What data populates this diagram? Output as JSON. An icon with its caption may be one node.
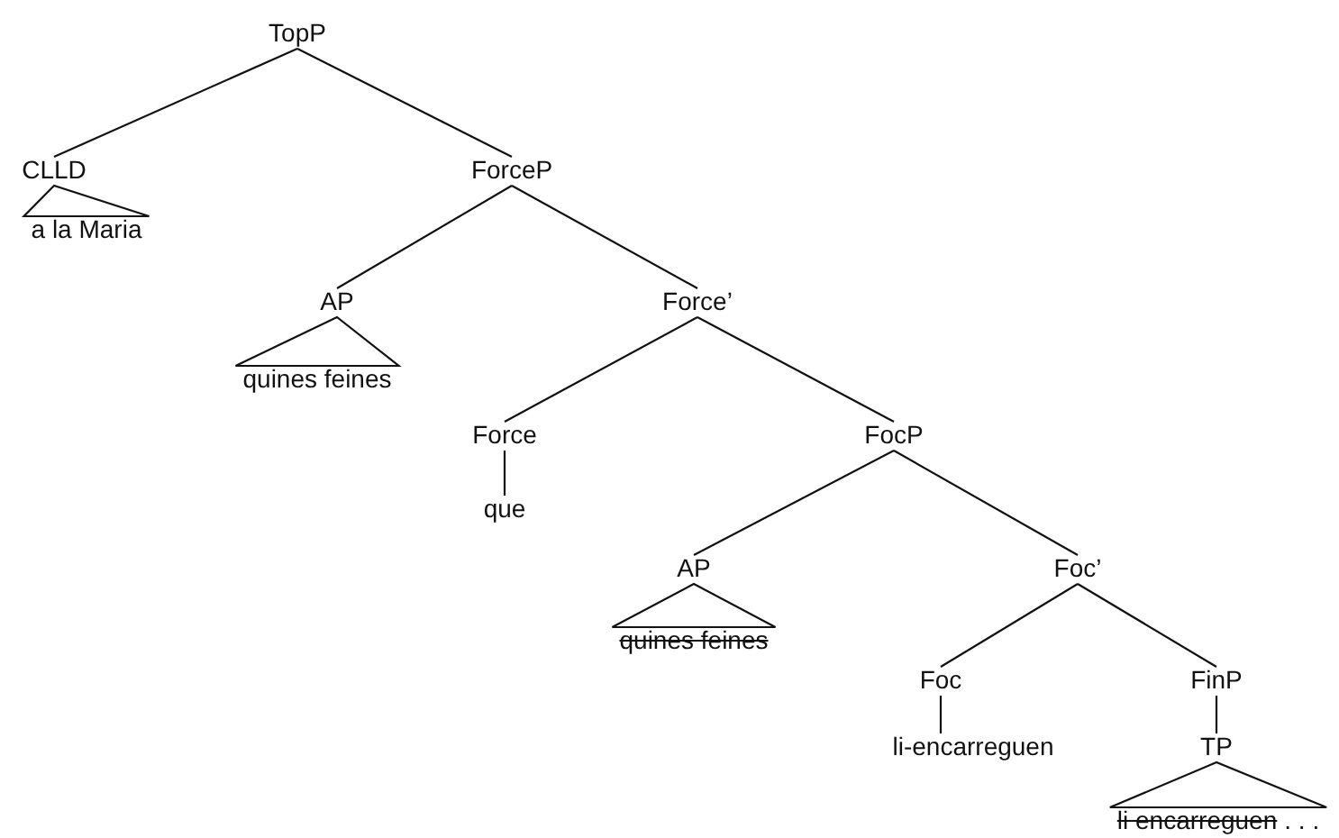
{
  "diagram": {
    "nodes": [
      {
        "text": [
          "TopP"
        ]
      },
      {
        "text": [
          "CLLD"
        ]
      },
      {
        "text": [
          "a la Maria"
        ]
      },
      {
        "text": [
          "ForceP"
        ]
      },
      {
        "text": [
          "AP"
        ]
      },
      {
        "text": [
          "quines feines"
        ]
      },
      {
        "text": [
          "Force’"
        ]
      },
      {
        "text": [
          "Force"
        ]
      },
      {
        "text": [
          "que"
        ]
      },
      {
        "text": [
          "FocP"
        ]
      },
      {
        "text": [
          "AP"
        ]
      },
      {
        "text": [
          "quines feines"
        ]
      },
      {
        "text": [
          "Foc’"
        ]
      },
      {
        "text": [
          "Foc"
        ]
      },
      {
        "text": [
          "li-encarreguen"
        ]
      },
      {
        "text": [
          "FinP"
        ]
      },
      {
        "text": [
          "TP"
        ]
      },
      {
        "text": [
          "li encarreguen",
          ". . ."
        ]
      }
    ],
    "edges": [
      {
        "from": 0,
        "to": 1,
        "arrow": "none"
      },
      {
        "from": 0,
        "to": 3,
        "arrow": "none"
      },
      {
        "from": 1,
        "to": 2,
        "arrow": "none"
      },
      {
        "from": 3,
        "to": 4,
        "arrow": "none"
      },
      {
        "from": 3,
        "to": 6,
        "arrow": "none"
      },
      {
        "from": 4,
        "to": 5,
        "arrow": "none"
      },
      {
        "from": 6,
        "to": 7,
        "arrow": "none"
      },
      {
        "from": 6,
        "to": 9,
        "arrow": "none"
      },
      {
        "from": 7,
        "to": 8,
        "arrow": "none"
      },
      {
        "from": 9,
        "to": 10,
        "arrow": "none"
      },
      {
        "from": 9,
        "to": 12,
        "arrow": "none"
      },
      {
        "from": 10,
        "to": 11,
        "arrow": "none"
      },
      {
        "from": 12,
        "to": 13,
        "arrow": "none"
      },
      {
        "from": 12,
        "to": 15,
        "arrow": "none"
      },
      {
        "from": 13,
        "to": 14,
        "arrow": "none"
      },
      {
        "from": 15,
        "to": 16,
        "arrow": "none"
      },
      {
        "from": 16,
        "to": 17,
        "arrow": "none"
      }
    ]
  }
}
